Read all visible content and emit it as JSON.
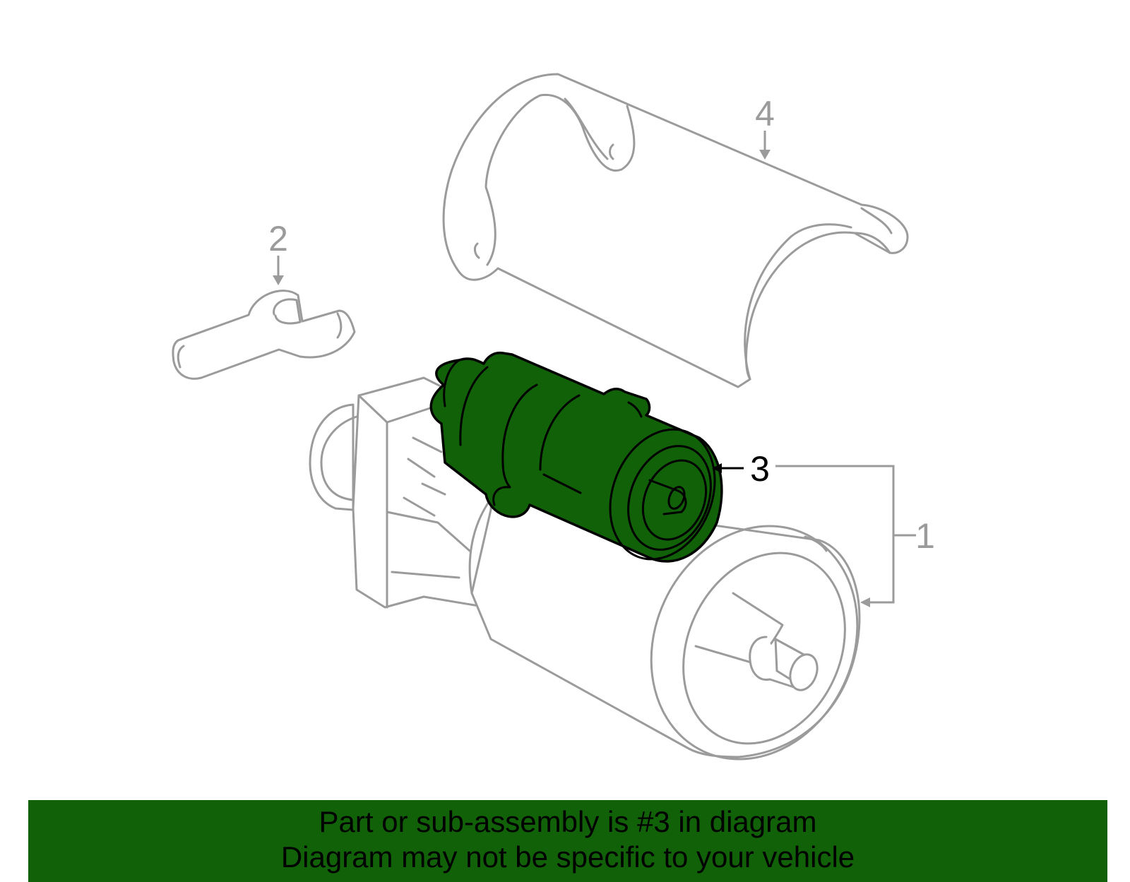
{
  "callouts": [
    {
      "id": "1",
      "label": "1"
    },
    {
      "id": "2",
      "label": "2"
    },
    {
      "id": "3",
      "label": "3"
    },
    {
      "id": "4",
      "label": "4"
    }
  ],
  "highlight_color": "#116109",
  "caption": {
    "line1": "Part or sub-assembly is #3 in diagram",
    "line2": "Diagram may not be specific to your vehicle"
  }
}
